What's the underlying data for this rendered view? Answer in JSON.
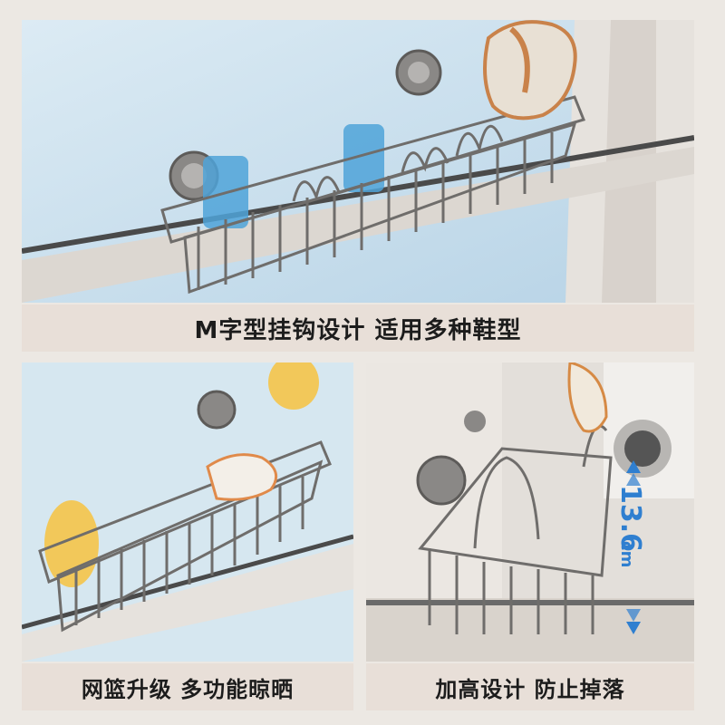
{
  "panels": [
    {
      "caption": "M字型挂钩设计 适用多种鞋型"
    },
    {
      "caption": "网篮升级 多功能晾晒"
    },
    {
      "caption": "加高设计 防止掉落",
      "measurement": "13.6",
      "unit": "cm"
    }
  ],
  "colors": {
    "caption_bg": "#e8dfd8",
    "glass": "#cfe4ef",
    "frame": "#d9d4cf",
    "metal": "#6f6d6b",
    "suction_blue": "#4fa3d8",
    "suction_yellow": "#f2c85a",
    "measure_blue": "#2f7fd0"
  },
  "icons": [
    "suction-cup-icon",
    "rack-basket-icon",
    "shoe-icon",
    "height-arrow-icon"
  ]
}
